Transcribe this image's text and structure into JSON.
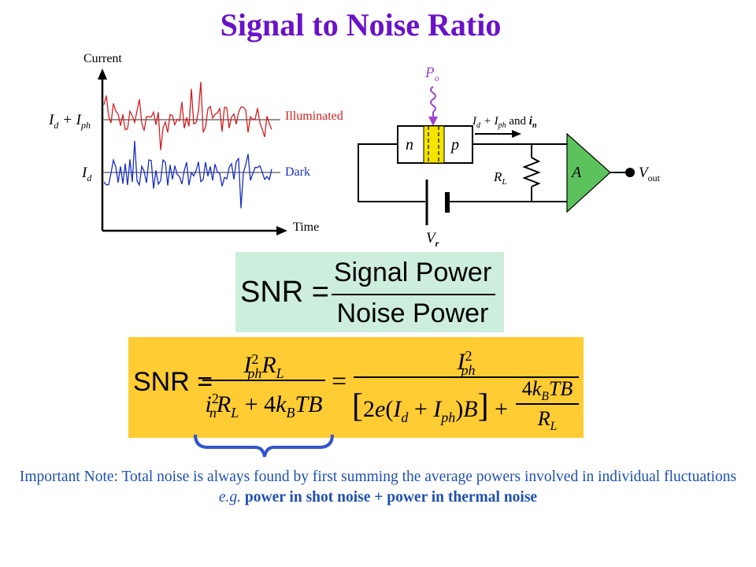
{
  "title": "Signal to Noise Ratio",
  "plot": {
    "y_axis_label": "Current",
    "x_axis_label": "Time",
    "upper_level_label": "I_d + I_ph",
    "lower_level_label": "I_d",
    "illuminated_label": "Illuminated",
    "dark_label": "Dark",
    "illuminated_color": "#d42020",
    "dark_color": "#1a2fc0"
  },
  "circuit": {
    "incident_power_label": "P_o",
    "n_label": "n",
    "p_label": "p",
    "current_label": "I_d + I_ph and i_n",
    "load_label": "R_L",
    "amplifier_label": "A",
    "output_label": "V_out",
    "bias_label": "V_r",
    "amplifier_color": "#5cc35c",
    "junction_color": "#f5e400",
    "arrow_color": "#a040d0"
  },
  "equation1": {
    "lhs": "SNR",
    "numerator": "Signal Power",
    "denominator": "Noise Power"
  },
  "equation2": {
    "lhs": "SNR"
  },
  "note": {
    "text_part1": "Important Note: Total noise is always found by first summing the average powers involved in individual fluctuations",
    "eg": "e.g.",
    "bold_part": "power in shot noise + power in thermal noise"
  }
}
